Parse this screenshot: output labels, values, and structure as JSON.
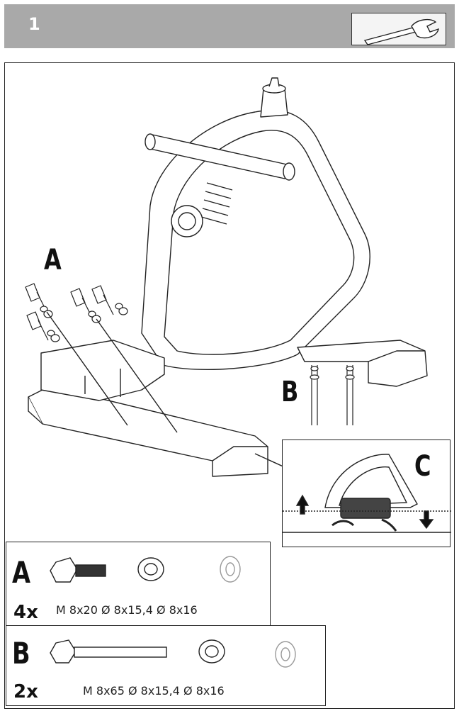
{
  "header": {
    "step_number": "1",
    "tool_icon": "wrench-icon"
  },
  "main_figure": {
    "label_a": "A",
    "label_b": "B",
    "label_c": "C"
  },
  "parts": {
    "a": {
      "letter": "A",
      "quantity": "4x",
      "spec": "M 8x20 Ø 8x15,4 Ø 8x16",
      "icons": [
        "hex-bolt-icon",
        "spring-washer-icon",
        "flat-washer-icon"
      ]
    },
    "b": {
      "letter": "B",
      "quantity": "2x",
      "spec": "M 8x65 Ø 8x15,4 Ø 8x16",
      "icons": [
        "long-hex-bolt-icon",
        "spring-washer-icon",
        "flat-washer-icon"
      ]
    }
  }
}
